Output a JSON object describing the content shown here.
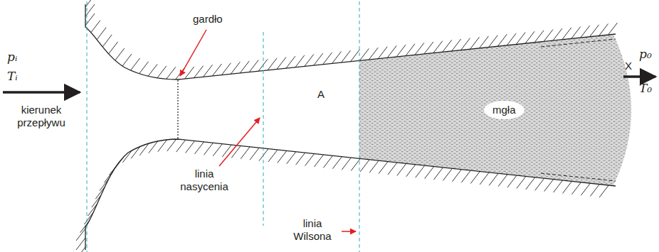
{
  "diagram": {
    "labels": [
      "pᵢ",
      "Tᵢ",
      "kierunek przepływu",
      "gardło",
      "linia nasycenia",
      "A",
      "mgła",
      "linia Wilsona",
      "X",
      "p₀",
      "T₀"
    ]
  }
}
